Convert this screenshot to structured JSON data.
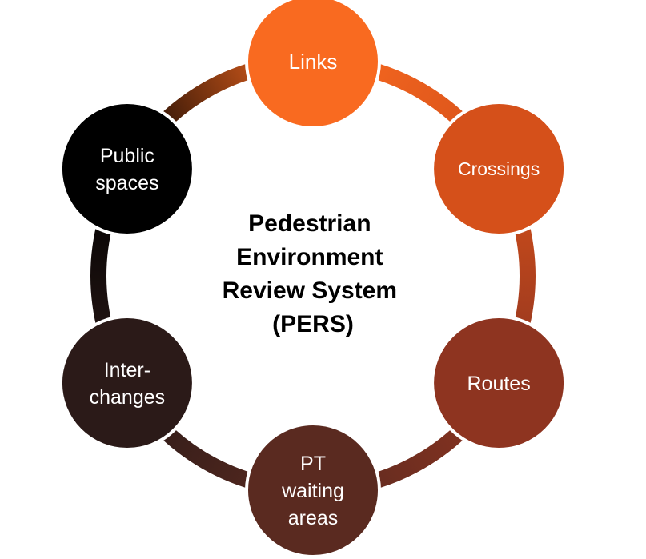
{
  "center_title": {
    "lines": [
      "Pedestrian",
      "Environment",
      "Review System",
      "(PERS)"
    ]
  },
  "nodes": [
    {
      "id": "links",
      "lines": [
        "Links"
      ],
      "color": "#F96A20"
    },
    {
      "id": "crossings",
      "lines": [
        "Crossings"
      ],
      "color": "#D5501A"
    },
    {
      "id": "routes",
      "lines": [
        "Routes"
      ],
      "color": "#8E3420"
    },
    {
      "id": "pt-waiting-areas",
      "lines": [
        "PT",
        "waiting",
        "areas"
      ],
      "color": "#5A2A20"
    },
    {
      "id": "interchanges",
      "lines": [
        "Inter-",
        "changes"
      ],
      "color": "#2B1A18"
    },
    {
      "id": "public-spaces",
      "lines": [
        "Public",
        "spaces"
      ],
      "color": "#000000"
    }
  ]
}
